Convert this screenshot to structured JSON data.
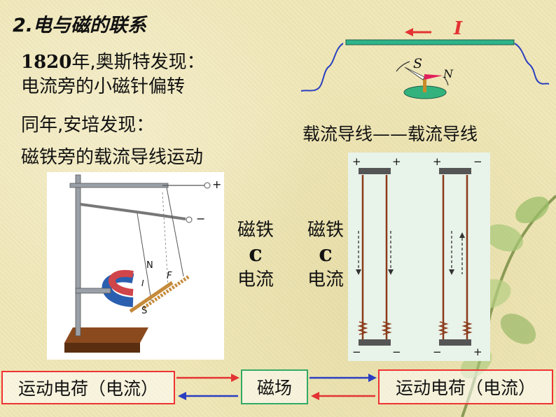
{
  "title": "2.电与磁的联系",
  "oersted": {
    "year": "1820",
    "line1_rest": "年,奥斯特发现：",
    "line2": "电流旁的小磁针偏转"
  },
  "ampere": {
    "line1": "同年,安培发现：",
    "line2": "磁铁旁的载流导线运动"
  },
  "compass_diagram": {
    "current_label": "I",
    "south_label": "S",
    "north_label": "N"
  },
  "wires_label": "载流导线——载流导线",
  "relation_left": {
    "top": "磁铁",
    "symbol": "c",
    "bottom": "电流"
  },
  "relation_right": {
    "top": "磁铁",
    "symbol": "c",
    "bottom": "电流"
  },
  "apparatus_labels": {
    "n": "N",
    "s": "S",
    "i": "I",
    "f": "F",
    "plus": "+",
    "minus": "−"
  },
  "wires_signs": {
    "plus": "+",
    "minus": "−"
  },
  "bottom_row": {
    "left": "运动电荷（电流）",
    "center": "磁场",
    "right": "运动电荷（电流）"
  },
  "colors": {
    "accent_red": "#e33333",
    "accent_blue": "#2a3fbf",
    "magnet_field_box": "#3a6"
  }
}
